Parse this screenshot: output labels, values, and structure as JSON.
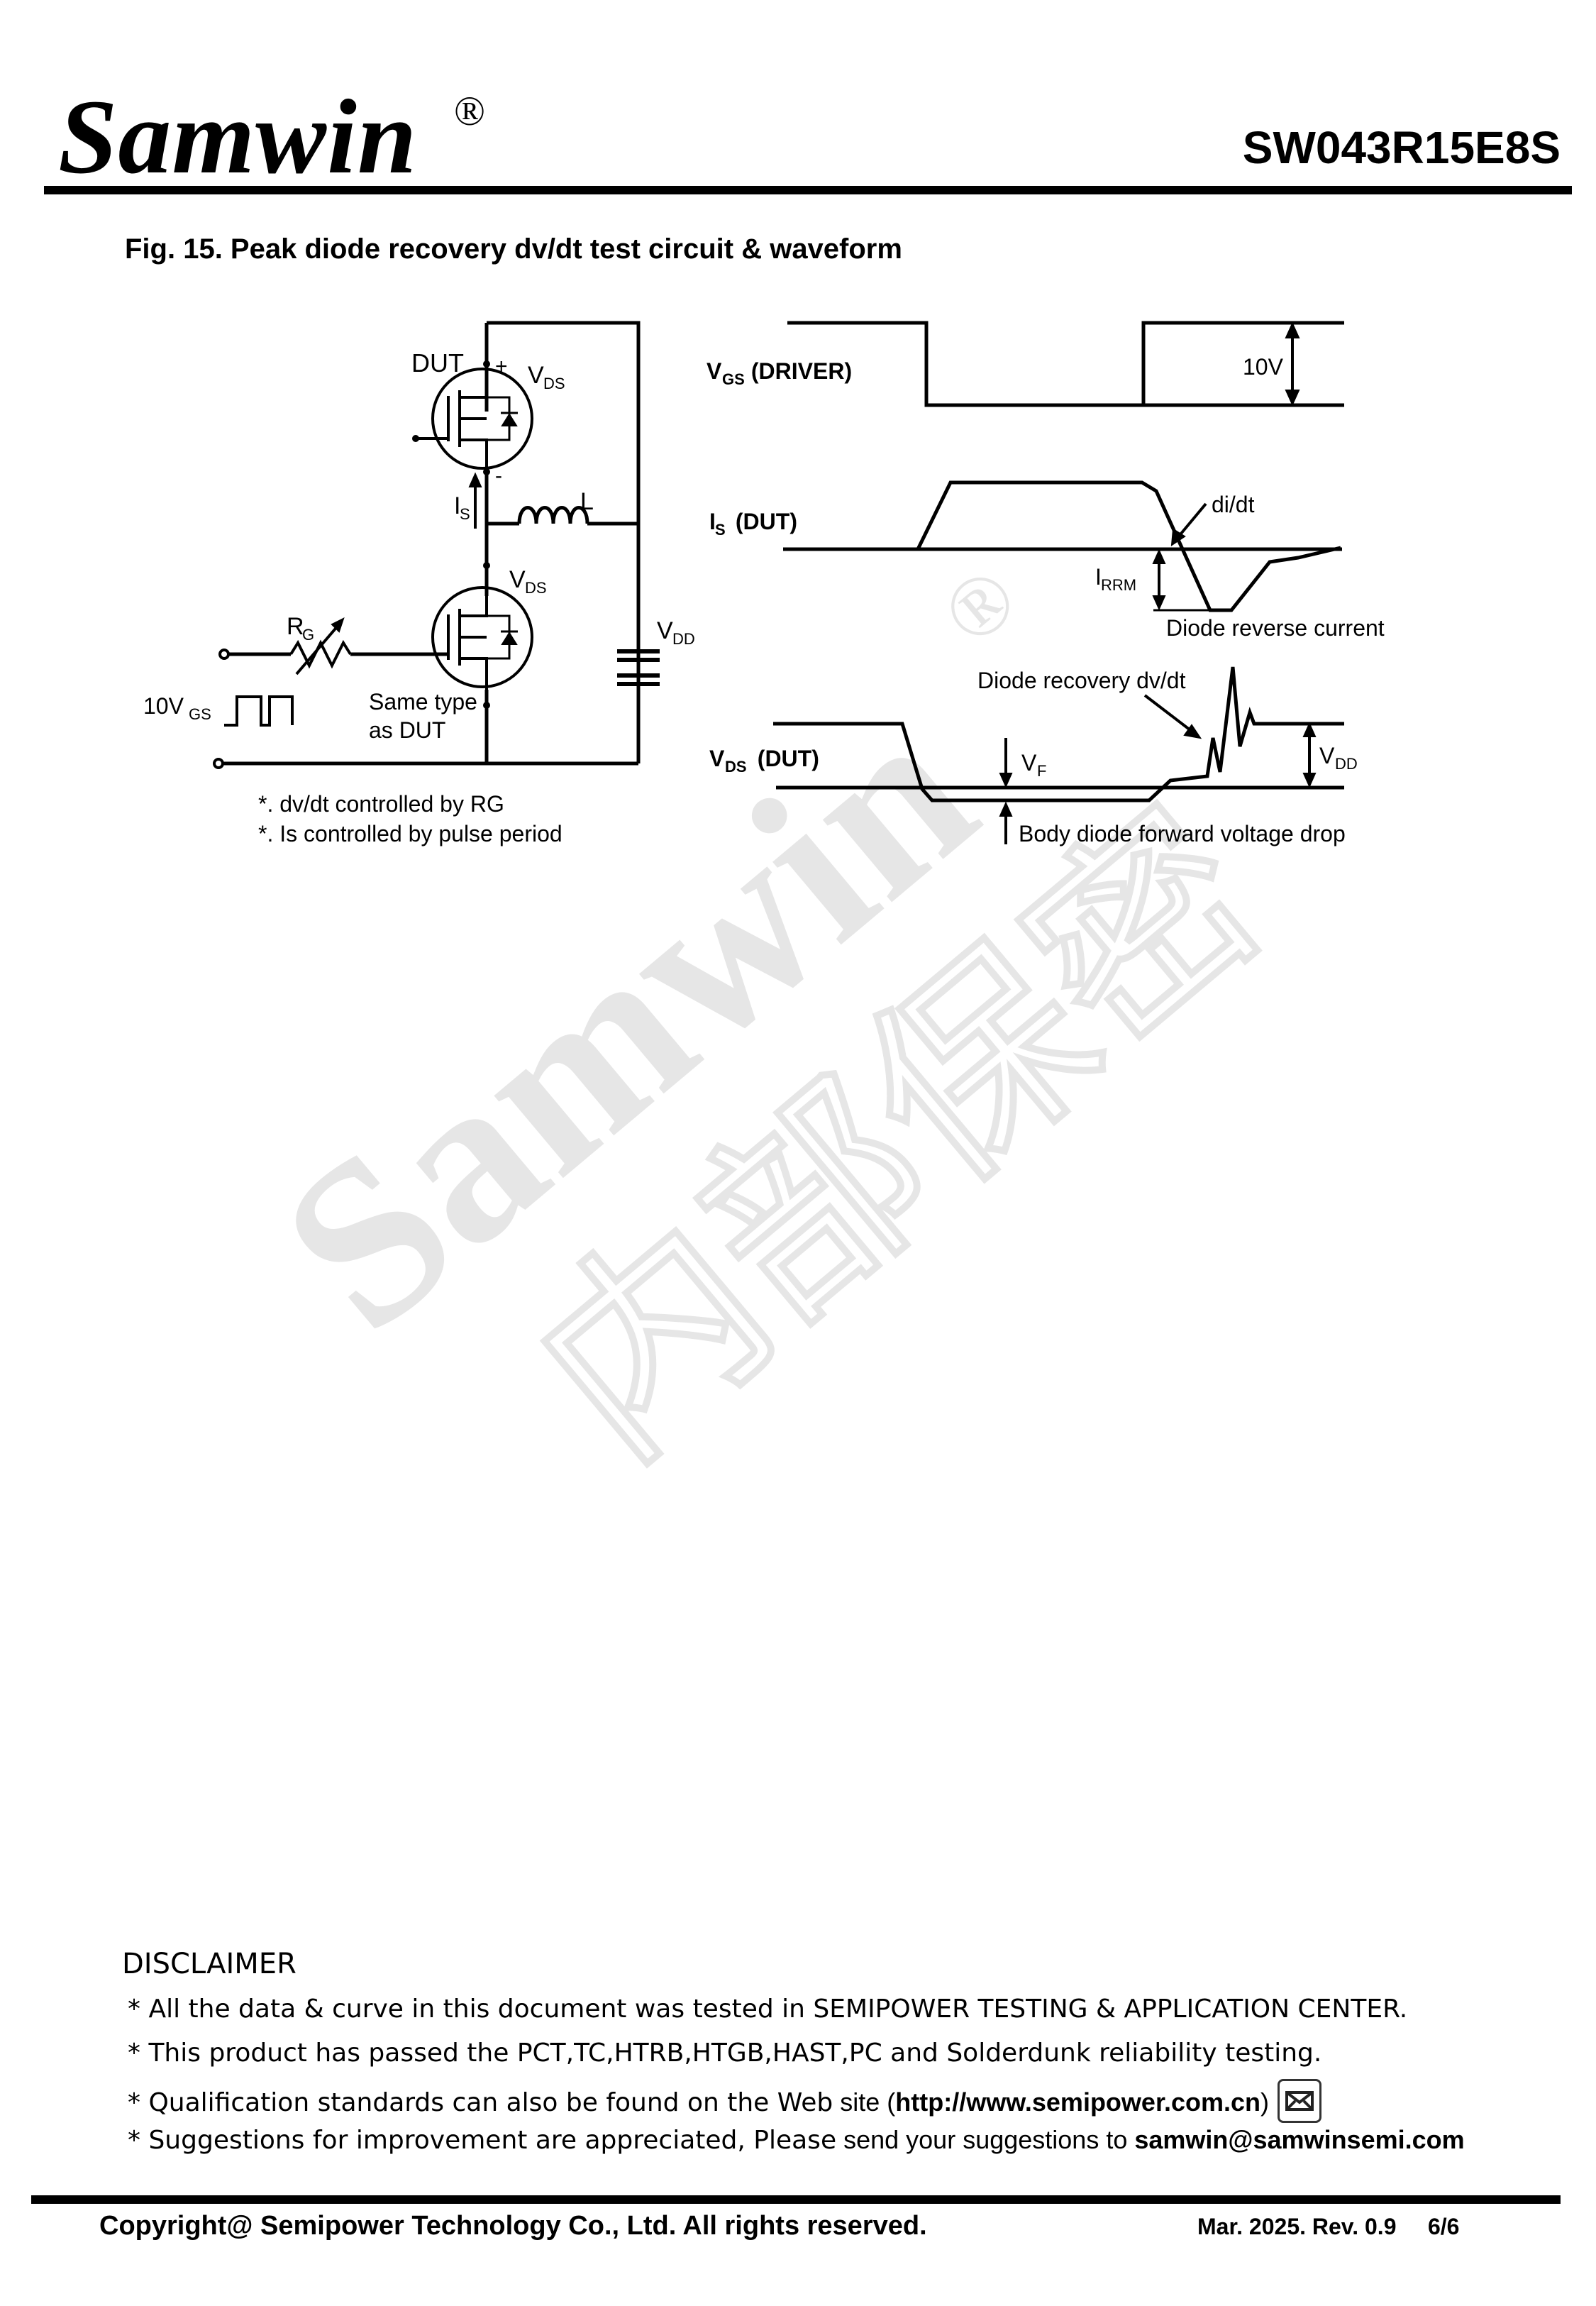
{
  "header": {
    "brand": "Samwin",
    "registered_mark": "®",
    "part_number": "SW043R15E8S"
  },
  "figure": {
    "title": "Fig. 15. Peak diode recovery dv/dt test circuit & waveform",
    "circuit": {
      "dut_label": "DUT",
      "plus": "+",
      "minus": "-",
      "vds_top": "V",
      "vds_top_sub": "DS",
      "is_label": "I",
      "is_sub": "S",
      "inductor_label": "L",
      "vds_low": "V",
      "vds_low_sub": "DS",
      "rg_label": "R",
      "rg_sub": "G",
      "vdd_label": "V",
      "vdd_sub": "DD",
      "pulse_label": "10V",
      "pulse_sub": "GS",
      "same_type_1": "Same type",
      "same_type_2": "as DUT",
      "note_1": "*. dv/dt  controlled  by RG",
      "note_2": "*. Is  controlled  by pulse period"
    },
    "waveforms": {
      "vgs_label": "V",
      "vgs_sub": "GS",
      "vgs_suffix": " (DRIVER)",
      "vgs_amplitude": "10V",
      "is_label": "I",
      "is_sub": "S",
      "is_suffix": " (DUT)",
      "didt": "di/dt",
      "irrm": "I",
      "irrm_sub": "RRM",
      "diode_reverse_current": "Diode reverse current",
      "diode_recovery": "Diode recovery  dv/dt",
      "vds_label": "V",
      "vds_sub": "DS",
      "vds_suffix": "  (DUT)",
      "vf": "V",
      "vf_sub": "F",
      "vdd": "V",
      "vdd_sub": "DD",
      "body_diode": "Body diode forward voltage  drop"
    }
  },
  "watermark": {
    "brand": "Samwin",
    "registered_mark": "®",
    "text_cn": "内部保密"
  },
  "disclaimer": {
    "title": "DISCLAIMER",
    "line1": "* All the data & curve in this document was tested in SEMIPOWER TESTING & APPLICATION CENTER.",
    "line2": "* This product has passed the PCT,TC,HTRB,HTGB,HAST,PC and Solderdunk reliability testing.",
    "line3_prefix": "* Qualification standards can also be found on the Web",
    "line3_mid": " site (",
    "line3_url": "http://www.semipower.com.cn",
    "line3_close": ")",
    "line4_prefix": "* Suggestions for improvement are appreciated, Please",
    "line4_mid": " send your suggestions to ",
    "line4_email": "samwin@samwinsemi.com"
  },
  "footer": {
    "copyright": "Copyright@ Semipower Technology Co., Ltd. All rights reserved.",
    "date_rev": "Mar. 2025. Rev. 0.9",
    "page": "6/6"
  }
}
